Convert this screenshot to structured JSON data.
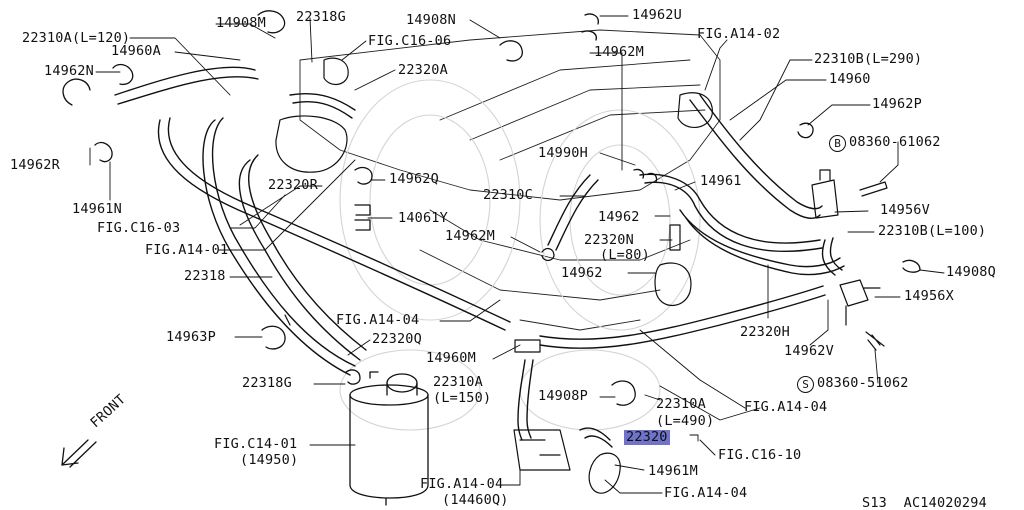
{
  "diagram": {
    "highlight_color": "#6f73c9",
    "labels": [
      {
        "id": "l01",
        "text": "14908M"
      },
      {
        "id": "l02",
        "text": "22318G"
      },
      {
        "id": "l03",
        "text": "14908N"
      },
      {
        "id": "l04",
        "text": "14962U"
      },
      {
        "id": "l05",
        "text": "22310A(L=120)"
      },
      {
        "id": "l06",
        "text": "14960A"
      },
      {
        "id": "l07",
        "text": "FIG.C16-06"
      },
      {
        "id": "l08",
        "text": "14962M"
      },
      {
        "id": "l09",
        "text": "FIG.A14-02"
      },
      {
        "id": "l10",
        "text": "22310B(L=290)"
      },
      {
        "id": "l11",
        "text": "14962N"
      },
      {
        "id": "l12",
        "text": "22320A"
      },
      {
        "id": "l13",
        "text": "14960"
      },
      {
        "id": "l14",
        "text": "14962P"
      },
      {
        "id": "l15",
        "text": "08360-61062"
      },
      {
        "id": "l16",
        "text": "14962R"
      },
      {
        "id": "l17",
        "text": "14990H"
      },
      {
        "id": "l18",
        "text": "14961"
      },
      {
        "id": "l19",
        "text": "22320R"
      },
      {
        "id": "l20",
        "text": "14962Q"
      },
      {
        "id": "l21",
        "text": "22310C"
      },
      {
        "id": "l22",
        "text": "14961N"
      },
      {
        "id": "l23",
        "text": "14956V"
      },
      {
        "id": "l24",
        "text": "14962"
      },
      {
        "id": "l25",
        "text": "FIG.C16-03"
      },
      {
        "id": "l26",
        "text": "14061Y"
      },
      {
        "id": "l27",
        "text": "14962M"
      },
      {
        "id": "l28",
        "text": "22320N"
      },
      {
        "id": "l29",
        "text": "22310B(L=100)"
      },
      {
        "id": "l30",
        "text": "FIG.A14-01"
      },
      {
        "id": "l31",
        "text": "(L=80)"
      },
      {
        "id": "l32",
        "text": "14962"
      },
      {
        "id": "l33",
        "text": "14908Q"
      },
      {
        "id": "l34",
        "text": "22318"
      },
      {
        "id": "l35",
        "text": "14956X"
      },
      {
        "id": "l36",
        "text": "FIG.A14-04"
      },
      {
        "id": "l37",
        "text": "14963P"
      },
      {
        "id": "l38",
        "text": "22320Q"
      },
      {
        "id": "l39",
        "text": "22320H"
      },
      {
        "id": "l40",
        "text": "14960M"
      },
      {
        "id": "l41",
        "text": "14962V"
      },
      {
        "id": "l42",
        "text": "22318G"
      },
      {
        "id": "l43",
        "text": "22310A"
      },
      {
        "id": "l44",
        "text": "(L=150)"
      },
      {
        "id": "l45",
        "text": "08360-51062"
      },
      {
        "id": "l46",
        "text": "14908P"
      },
      {
        "id": "l47",
        "text": "22310A"
      },
      {
        "id": "l48",
        "text": "FIG.A14-04"
      },
      {
        "id": "l49",
        "text": "(L=490)"
      },
      {
        "id": "l50",
        "text": "22320",
        "highlight": true
      },
      {
        "id": "l51",
        "text": "FIG.C14-01"
      },
      {
        "id": "l52",
        "text": "(14950)"
      },
      {
        "id": "l53",
        "text": "FIG.C16-10"
      },
      {
        "id": "l54",
        "text": "14961M"
      },
      {
        "id": "l55",
        "text": "FIG.A14-04"
      },
      {
        "id": "l56",
        "text": "(14460Q)"
      },
      {
        "id": "l57",
        "text": "FIG.A14-04"
      },
      {
        "id": "l58",
        "text": "FRONT"
      },
      {
        "id": "l59",
        "text": "S13  AC14020294"
      }
    ],
    "markers": {
      "bolt_b": "B",
      "bolt_s": "S"
    },
    "icons": [
      "front-arrow-icon",
      "bolt-icon",
      "clamp-icon",
      "canister-icon",
      "hose-icon"
    ]
  }
}
